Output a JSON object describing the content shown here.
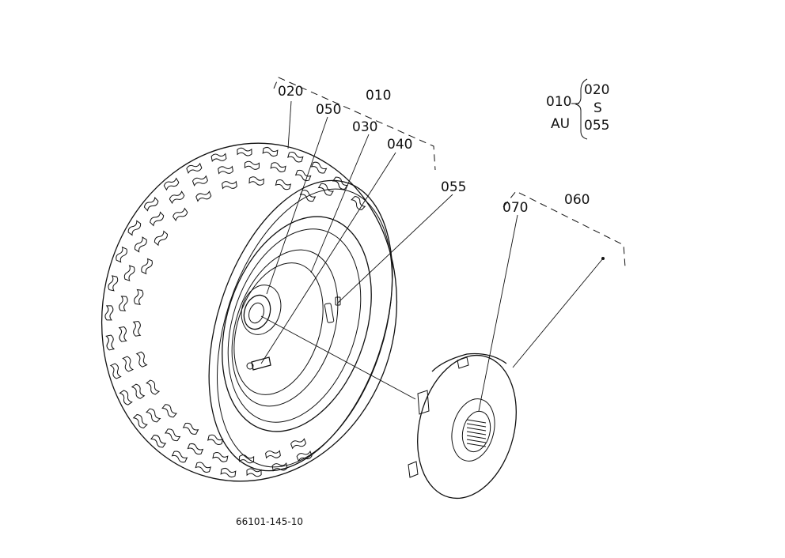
{
  "diagram": {
    "part_labels": {
      "p020": "020",
      "p010": "010",
      "p050": "050",
      "p030": "030",
      "p040": "040",
      "p055": "055",
      "p070": "070",
      "p060": "060"
    },
    "assembly_note": {
      "parent": "010",
      "unit": "AU",
      "from": "020",
      "tilde": "S",
      "to": "055"
    },
    "drawing_code": "66101-145-10"
  }
}
